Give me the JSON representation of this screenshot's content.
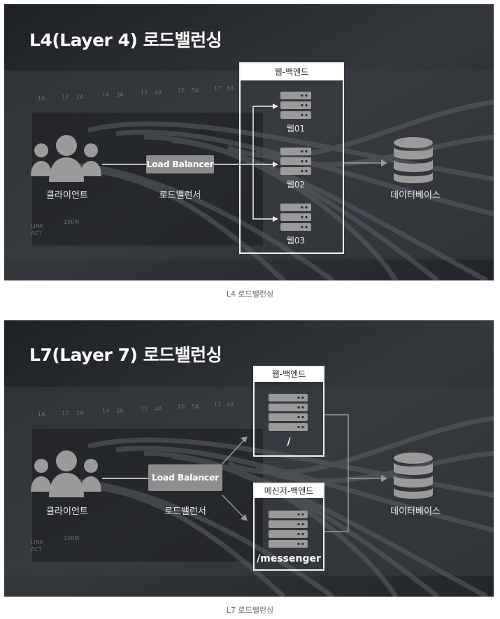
{
  "l4": {
    "title": "L4(Layer 4) 로드밸런싱",
    "client_label": "클라이언트",
    "lb_box": "Load Balancer",
    "lb_label": "로드밸런서",
    "backend_title": "웹-백엔드",
    "servers": [
      "웹01",
      "웹02",
      "웹03"
    ],
    "db_label": "데이터베이스",
    "caption": "L4 로드밸런싱"
  },
  "l7": {
    "title": "L7(Layer 7) 로드밸런싱",
    "client_label": "클라이언트",
    "lb_box": "Load Balancer",
    "lb_label": "로드밸런서",
    "web_backend_title": "웹-백엔드",
    "web_path": "/",
    "messenger_backend_title": "메신저-백엔드",
    "messenger_path": "/messenger",
    "db_label": "데이터베이스",
    "caption": "L7 로드밸런싱"
  },
  "switch_markings": [
    "1A",
    "13",
    "2A",
    "14",
    "3A",
    "15",
    "4A",
    "16",
    "5A",
    "17",
    "6A",
    "LINK",
    "ACT",
    "100M"
  ],
  "colors": {
    "panel_background": "#2a2d31",
    "icon_gray": "#9a9a9a",
    "lb_box": "#8d8d8d",
    "line": "#f0f0f0"
  }
}
